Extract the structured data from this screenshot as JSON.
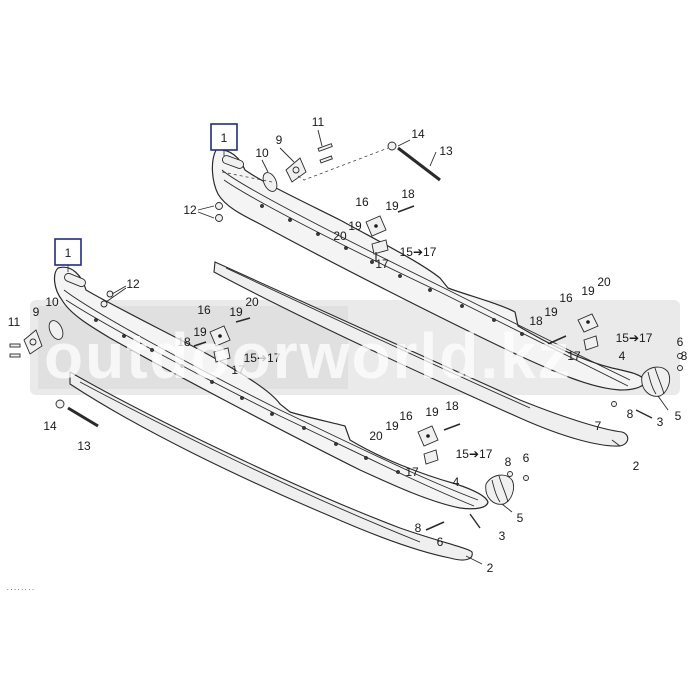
{
  "diagram": {
    "callouts": {
      "top_rail": "1",
      "bottom_rail": "1"
    },
    "labels": {
      "l2": "2",
      "l3": "3",
      "l4": "4",
      "l5": "5",
      "l6": "6",
      "l7": "7",
      "l8": "8",
      "l9": "9",
      "l10": "10",
      "l11": "11",
      "l12": "12",
      "l13": "13",
      "l14": "14",
      "l15_17": "15➔17",
      "l16": "16",
      "l17": "17",
      "l18": "18",
      "l19": "19",
      "l20": "20"
    },
    "watermark": "outdoorworld.kz",
    "footer_mark": "........"
  }
}
